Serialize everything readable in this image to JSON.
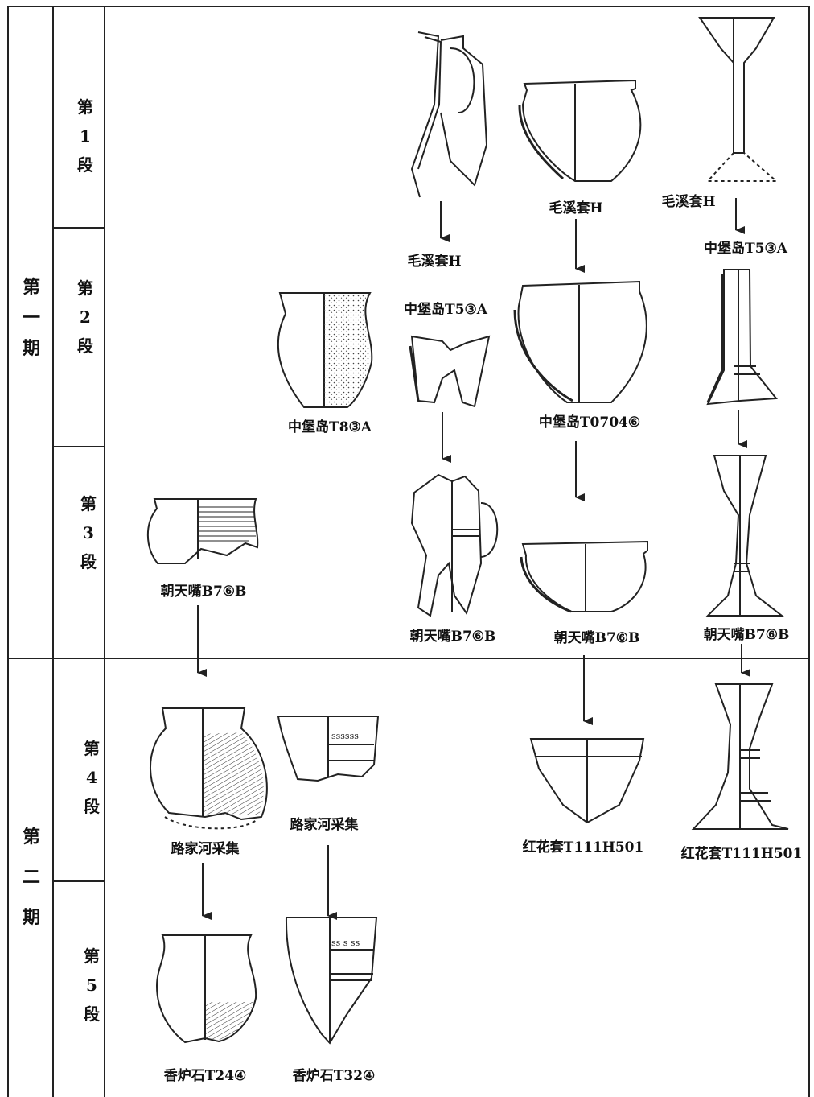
{
  "periods": [
    {
      "chars": [
        "第",
        "一",
        "期"
      ]
    },
    {
      "chars": [
        "第",
        "二",
        "期"
      ]
    }
  ],
  "stages": [
    {
      "chars": [
        "第",
        "1",
        "段"
      ]
    },
    {
      "chars": [
        "第",
        "2",
        "段"
      ]
    },
    {
      "chars": [
        "第",
        "3",
        "段"
      ]
    },
    {
      "chars": [
        "第",
        "4",
        "段"
      ]
    },
    {
      "chars": [
        "第",
        "5",
        "段"
      ]
    }
  ],
  "sites": [
    "毛溪套H",
    "毛溪套H",
    "毛溪套H",
    "中堡岛T5③A",
    "中堡岛T8③A",
    "中堡岛T5③A",
    "中堡岛T0704⑥",
    "朝天嘴B7⑥B",
    "朝天嘴B7⑥B",
    "朝天嘴B7⑥B",
    "朝天嘴B7⑥B",
    "路家河采集",
    "路家河采集",
    "红花套T111H501",
    "红花套T111H501",
    "香炉石T24④",
    "香炉石T32④"
  ]
}
